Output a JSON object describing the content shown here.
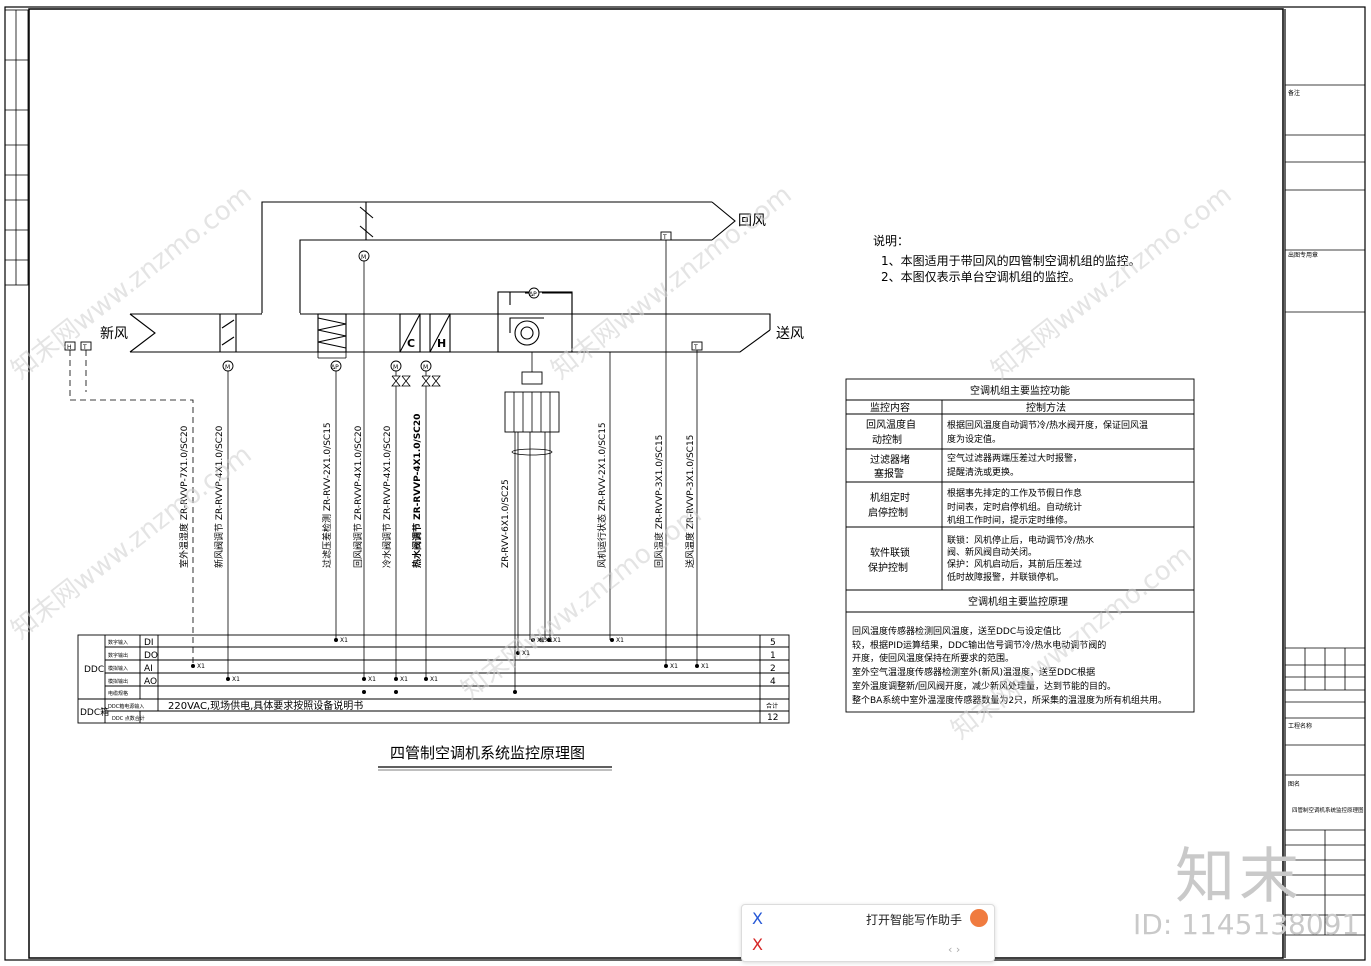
{
  "diagram": {
    "title": "四管制空调机系统监控原理图",
    "labels": {
      "fresh_air": "新风",
      "return_air": "回风",
      "supply_air": "送风",
      "cool": "C",
      "heat": "H",
      "motor": "M",
      "dp": "ΔP",
      "temp": "T",
      "humid": "H"
    },
    "notes": {
      "heading": "说明：",
      "line1": "1、本图适用于带回风的四管制空调机组的监控。",
      "line2": "2、本图仅表示单台空调机组的监控。"
    },
    "cables": [
      "室外温湿度  ZR-RVVP-7X1.0/SC20",
      "新风阀调节  ZR-RVVP-4X1.0/SC20",
      "过滤压差检测  ZR-RVV-2X1.0/SC15",
      "回风阀调节  ZR-RVVP-4X1.0/SC20",
      "冷水阀调节  ZR-RVVP-4X1.0/SC20",
      "热水阀调节  ZR-RVVP-4X1.0/SC20",
      "ZR-RVV-6X1.0/SC25",
      "风机运行状态  ZR-RVV-2X1.0/SC15",
      "回风温度  ZR-RVVP-3X1.0/SC15",
      "送风温度  ZR-RVVP-3X1.0/SC15"
    ],
    "ddc_table": {
      "ddc": "DDC",
      "ddc_box": "DDC箱",
      "rows": [
        {
          "tag": "DI",
          "name": "数字输入",
          "count": "5"
        },
        {
          "tag": "DO",
          "name": "数字输出",
          "count": "1"
        },
        {
          "tag": "AI",
          "name": "模拟输入",
          "count": "2"
        },
        {
          "tag": "AO",
          "name": "模拟输出",
          "count": "4"
        },
        {
          "tag": "",
          "name": "电缆规格",
          "count": ""
        }
      ],
      "power_row_name": "DDC箱电源输入",
      "power_text": "220VAC,现场供电,具体要求按照设备说明书",
      "power_count": "合计",
      "ddc_row2_name": "DDC 点数合计",
      "ddc_count": "12"
    },
    "func_table": {
      "title": "空调机组主要监控功能",
      "head_item": "监控内容",
      "head_method": "控制方法",
      "rows": [
        {
          "item1": "回风温度自",
          "item2": "动控制",
          "m": [
            "根据回风温度自动调节冷/热水阀开度，保证回风温",
            "度为设定值。"
          ]
        },
        {
          "item1": "过滤器堵",
          "item2": "塞报警",
          "m": [
            "空气过滤器两端压差过大时报警，",
            "提醒清洗或更换。"
          ]
        },
        {
          "item1": "机组定时",
          "item2": "启停控制",
          "m": [
            "根据事先排定的工作及节假日作息",
            "时间表，定时启停机组。自动统计",
            "机组工作时间，提示定时维修。"
          ]
        },
        {
          "item1": "软件联锁",
          "item2": "保护控制",
          "m": [
            "联锁：风机停止后，电动调节冷/热水",
            "        阀、新风阀自动关闭。",
            "保护：风机启动后，其前后压差过",
            "        低时故障报警，并联锁停机。"
          ]
        }
      ],
      "principle_title": "空调机组主要监控原理",
      "principle": [
        "    回风温度传感器检测回风温度，送至DDC与设定值比",
        "较，根据PID运算结果，DDC输出信号调节冷/热水电动调节阀的",
        "开度，使回风温度保持在所要求的范围。",
        "    室外空气温湿度传感器检测室外(新风)温湿度，送至DDC根据",
        "室外温度调整新/回风阀开度，减少新风处理量，达到节能的目的。",
        "整个BA系统中室外温湿度传感器数量为2只，所采集的温湿度为所有机组共用。"
      ]
    },
    "title_block": {
      "notes_label": "备注",
      "project_label": "工程名称",
      "drawing_label": "图名",
      "drawing_name": "四管制空调机系统监控原理图",
      "stamp_label": "出图专用章"
    }
  },
  "watermark": {
    "site": "知末网www.znzmo.com",
    "brand": "知末",
    "id": "ID: 1145138091"
  },
  "popup": {
    "label": "打开智能写作助手",
    "x": "X",
    "nav": "‹ ›"
  }
}
